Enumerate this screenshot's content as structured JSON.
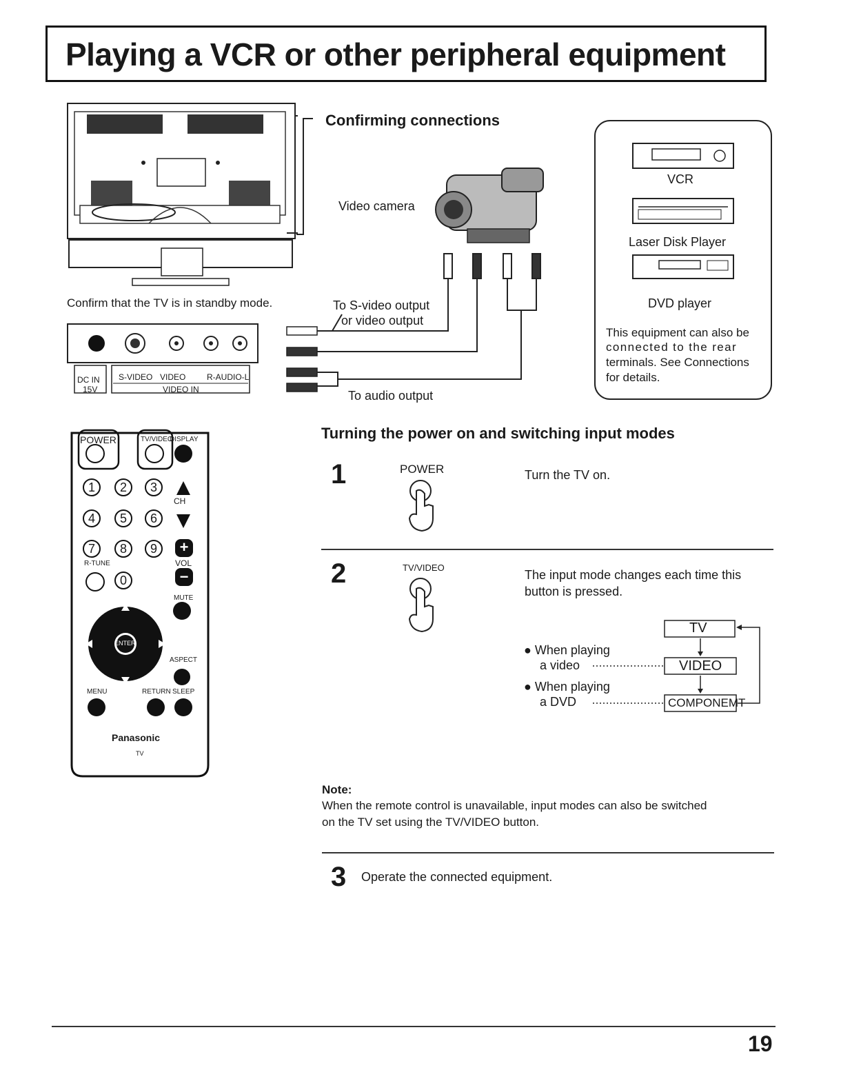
{
  "page": {
    "title": "Playing a VCR or other peripheral equipment",
    "page_number": "19"
  },
  "connections": {
    "heading": "Confirming connections",
    "standby_caption": "Confirm that the TV is in standby mode.",
    "video_camera_label": "Video camera",
    "svideo_output_label_1": "To S-video output",
    "svideo_output_label_2": "or video output",
    "audio_output_label": "To audio output",
    "terminal_labels": {
      "dc_in": "DC IN",
      "dc_voltage": "15V",
      "s_video": "S-VIDEO",
      "video": "VIDEO",
      "audio": "R-AUDIO-L",
      "video_in": "VIDEO  IN"
    },
    "equipment_panel": {
      "vcr": "VCR",
      "laser_disk": "Laser Disk Player",
      "dvd": "DVD player",
      "note_lines": [
        "This equipment can also be",
        "connected to the rear",
        "terminals. See Connections",
        "for details."
      ]
    }
  },
  "remote": {
    "power": "POWER",
    "tv_video": "TV/VIDEO",
    "display": "DISPLAY",
    "ch": "CH",
    "vol": "VOL",
    "r_tune": "R-TUNE",
    "mute": "MUTE",
    "enter": "ENTER",
    "aspect": "ASPECT",
    "menu": "MENU",
    "return": "RETURN",
    "sleep": "SLEEP",
    "brand": "Panasonic",
    "model": "TV",
    "digits": [
      "1",
      "2",
      "3",
      "4",
      "5",
      "6",
      "7",
      "8",
      "9",
      "0"
    ]
  },
  "power_section": {
    "heading": "Turning the power on and switching input modes",
    "steps": [
      {
        "number": "1",
        "button_label": "POWER",
        "text_lines": [
          "Turn the TV on."
        ]
      },
      {
        "number": "2",
        "button_label": "TV/VIDEO",
        "text_lines": [
          "The input mode changes each time this",
          "button is pressed."
        ]
      },
      {
        "number": "3",
        "text_lines": [
          "Operate the connected equipment."
        ]
      }
    ],
    "mode_cycle": {
      "modes": [
        "TV",
        "VIDEO",
        "COMPONEMT"
      ],
      "when_video_1": "● When playing",
      "when_video_2": "a video",
      "when_dvd_1": "● When playing",
      "when_dvd_2": "a DVD"
    }
  },
  "note": {
    "heading": "Note:",
    "lines": [
      "When the remote control is unavailable, input modes can also be switched",
      "on the TV set using the TV/VIDEO button."
    ]
  }
}
